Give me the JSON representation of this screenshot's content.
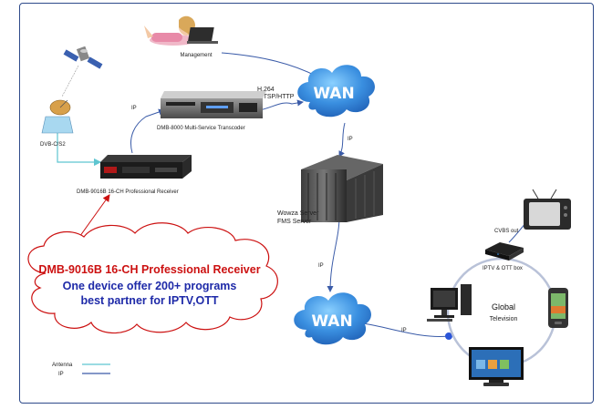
{
  "labels": {
    "management": "Management",
    "wan_top": "WAN",
    "wan_bottom": "WAN",
    "protocol_line1": "H.264",
    "protocol_line2": "RTMP/RTSP/HTTP",
    "ip_transcoder": "IP",
    "transcoder": "DMB-8000 Multi-Service Transcoder",
    "dvb": "DVB-C/S2",
    "receiver": "DMB-9016B 16-CH Professional Receiver",
    "ip_wan_server": "IP",
    "server_line1": "Wowza Server",
    "server_line2": "FMS Server",
    "ip_server_wan": "IP",
    "ip_wan_global": "IP",
    "cvbs": "CVBS out",
    "iptv_box": "IPTV & OTT box",
    "global_line1": "Global",
    "global_line2": "Television"
  },
  "callout": {
    "line1": "DMB-9016B 16-CH Professional Receiver",
    "line2": "One device offer 200+ programs",
    "line3": "best partner for IPTV,OTT"
  },
  "legend": {
    "antenna": "Antenna",
    "ip": "IP"
  },
  "colors": {
    "ip_line": "#3a5ba8",
    "antenna_line": "#5ec5d0",
    "cloud": "#3a8fe0",
    "ring": "#b9c2d8",
    "callout_border": "#cc1111",
    "callout_arrow": "#cc1111"
  }
}
